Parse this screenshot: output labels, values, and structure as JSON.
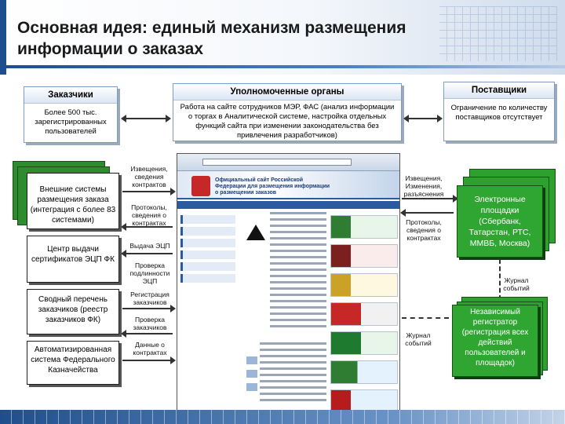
{
  "title": "Основная идея: единый механизм размещения информации о заказах",
  "headers": {
    "customers": {
      "title": "Заказчики",
      "text": "Более 500 тыс. зарегистрированных пользователей"
    },
    "authorities": {
      "title": "Уполномоченные органы",
      "text": "Работа на сайте сотрудников МЭР, ФАС (анализ информации о торгах в Аналитической системе, настройка отдельных функций сайта при изменении законодательства без привлечения разработчиков)"
    },
    "suppliers": {
      "title": "Поставщики",
      "text": "Ограничение по количеству поставщиков отсутствует"
    }
  },
  "left_boxes": {
    "external_systems": "Внешние системы размещения заказа (интеграция с более 83 системами)",
    "cert_center": "Центр выдачи сертификатов ЭЦП ФК",
    "registry": "Сводный перечень заказчиков (реестр заказчиков ФК)",
    "treasury": "Автоматизированная система Федерального Казначейства"
  },
  "left_labels": {
    "notices": "Извещения, сведения контрактов",
    "protocols": "Протоколы, сведения о контрактах",
    "ecp": "Выдача ЭЦП",
    "verify": "Проверка подлинности ЭЦП",
    "reg": "Регистрация заказчиков",
    "check": "Проверка заказчиков",
    "contracts": "Данные о контрактах"
  },
  "right_labels": {
    "notices": "Извещения, Изменения, разъяснения",
    "protocols": "Протоколы, сведения о контрактах",
    "journal_left": "Журнал событий",
    "journal_right": "Журнал событий"
  },
  "right_boxes": {
    "platforms": "Электронные площадки (Сбербанк, Татарстан, РТС, ММВБ, Москва)",
    "registrar": "Независимый регистратор (регистрация всех действий пользователей и площадок)"
  },
  "browser": {
    "site_title": "Официальный сайт Российской Федерации для размещения информации о размещении заказов"
  }
}
